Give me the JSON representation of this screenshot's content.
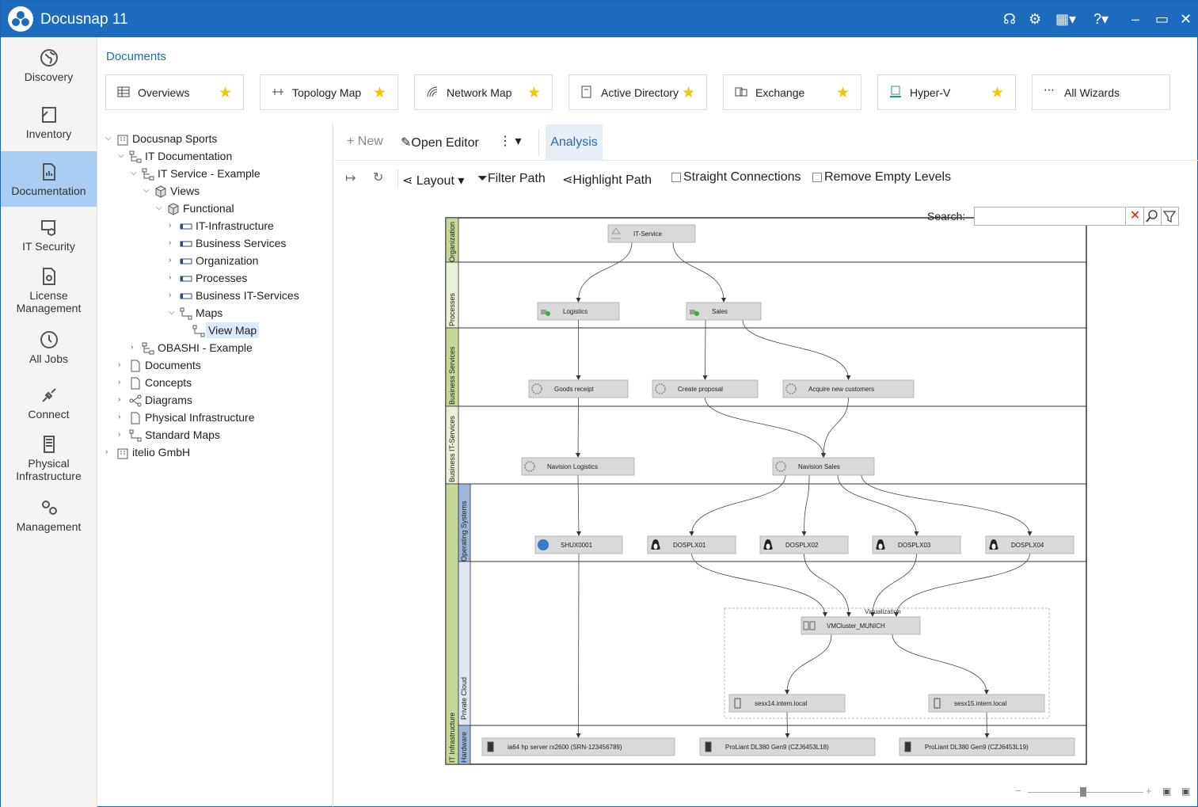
{
  "app": {
    "title": "Docusnap 11"
  },
  "nav": [
    {
      "label": "Discovery",
      "icon": "globe-icon"
    },
    {
      "label": "Inventory",
      "icon": "inventory-icon"
    },
    {
      "label": "Documentation",
      "icon": "documentation-icon"
    },
    {
      "label": "IT Security",
      "icon": "it-security-icon"
    },
    {
      "label": "License Management",
      "icon": "license-icon"
    },
    {
      "label": "All Jobs",
      "icon": "clock-icon"
    },
    {
      "label": "Connect",
      "icon": "plug-icon"
    },
    {
      "label": "Physical Infrastructure",
      "icon": "server-icon"
    },
    {
      "label": "Management",
      "icon": "gears-icon"
    }
  ],
  "documents_header": "Documents",
  "wizards": [
    {
      "label": "Overviews",
      "icon": "table-icon"
    },
    {
      "label": "Topology Map",
      "icon": "topology-icon"
    },
    {
      "label": "Network Map",
      "icon": "network-icon"
    },
    {
      "label": "Active Directory",
      "icon": "directory-icon"
    },
    {
      "label": "Exchange",
      "icon": "exchange-icon"
    },
    {
      "label": "Hyper-V",
      "icon": "hyperv-icon"
    },
    {
      "label": "All Wizards",
      "icon": "more-icon"
    }
  ],
  "tree": [
    {
      "label": "Docusnap Sports"
    },
    {
      "label": "IT Documentation"
    },
    {
      "label": "IT Service - Example"
    },
    {
      "label": "Views"
    },
    {
      "label": "Functional"
    },
    {
      "label": "IT-Infrastructure"
    },
    {
      "label": "Business Services"
    },
    {
      "label": "Organization"
    },
    {
      "label": "Processes"
    },
    {
      "label": "Business IT-Services"
    },
    {
      "label": "Maps"
    },
    {
      "label": "View Map"
    },
    {
      "label": "OBASHI - Example"
    },
    {
      "label": "Documents"
    },
    {
      "label": "Concepts"
    },
    {
      "label": "Diagrams"
    },
    {
      "label": "Physical Infrastructure"
    },
    {
      "label": "Standard Maps"
    },
    {
      "label": "itelio GmbH"
    }
  ],
  "toolbar": {
    "new": "New",
    "open_editor": "Open Editor",
    "analysis": "Analysis",
    "layout": "Layout",
    "filter_path": "Filter Path",
    "highlight_path": "Highlight Path",
    "straight_connections": "Straight Connections",
    "remove_empty_levels": "Remove Empty Levels"
  },
  "search": {
    "label": "Search:",
    "value": ""
  },
  "map": {
    "lanes": [
      "Organization",
      "Processes",
      "Business Services",
      "Business IT-Services",
      "Operating Systems",
      "Private Cloud",
      "Hardware"
    ],
    "group_label": "IT Infrastructure",
    "virtualization_label": "Virtualization",
    "nodes": [
      {
        "label": "IT-Service"
      },
      {
        "label": "Logistics"
      },
      {
        "label": "Sales"
      },
      {
        "label": "Goods receipt"
      },
      {
        "label": "Create proposal"
      },
      {
        "label": "Acquire new customers"
      },
      {
        "label": "Navision Logistics"
      },
      {
        "label": "Navision Sales"
      },
      {
        "label": "SHUX0001"
      },
      {
        "label": "DOSPLX01"
      },
      {
        "label": "DOSPLX02"
      },
      {
        "label": "DOSPLX03"
      },
      {
        "label": "DOSPLX04"
      },
      {
        "label": "VMCluster_MUNICH"
      },
      {
        "label": "sesx14.intern.local"
      },
      {
        "label": "sesx15.intern.local"
      },
      {
        "label": "ia64 hp server rx2600 (SRN-123456789)"
      },
      {
        "label": "ProLiant DL380 Gen9 (CZJ6453L18)"
      },
      {
        "label": "ProLiant DL380 Gen9 (CZJ6453L19)"
      }
    ]
  },
  "colors": {
    "accent": "#1d6bbd",
    "lane_green": "#c5d89a",
    "lane_blue": "#9bb7dd",
    "node_fill": "#d9d9d9"
  }
}
